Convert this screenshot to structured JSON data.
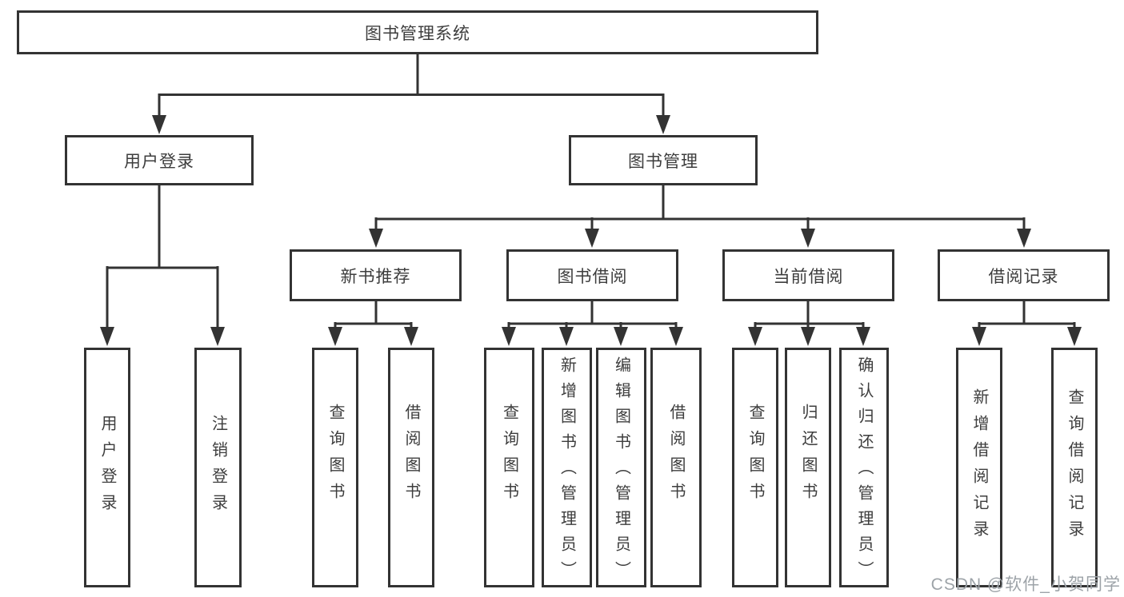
{
  "colors": {
    "line": "#333333",
    "box_border": "#333333",
    "text": "#3d3d3d",
    "background": "#ffffff",
    "watermark": "#9da3a8"
  },
  "tree": {
    "root": {
      "label": "图书管理系统"
    },
    "branches": [
      {
        "label": "用户登录",
        "children": [
          {
            "label": "用户登录"
          },
          {
            "label": "注销登录"
          }
        ]
      },
      {
        "label": "图书管理",
        "children": [
          {
            "label": "新书推荐",
            "children": [
              {
                "label": "查询图书"
              },
              {
                "label": "借阅图书"
              }
            ]
          },
          {
            "label": "图书借阅",
            "children": [
              {
                "label": "查询图书"
              },
              {
                "label": "新增图书（管理员）"
              },
              {
                "label": "编辑图书（管理员）"
              },
              {
                "label": "借阅图书"
              }
            ]
          },
          {
            "label": "当前借阅",
            "children": [
              {
                "label": "查询图书"
              },
              {
                "label": "归还图书"
              },
              {
                "label": "确认归还（管理员）"
              }
            ]
          },
          {
            "label": "借阅记录",
            "children": [
              {
                "label": "新增借阅记录"
              },
              {
                "label": "查询借阅记录"
              }
            ]
          }
        ]
      }
    ]
  },
  "watermark": {
    "text": "CSDN @软件_小贺同学"
  }
}
